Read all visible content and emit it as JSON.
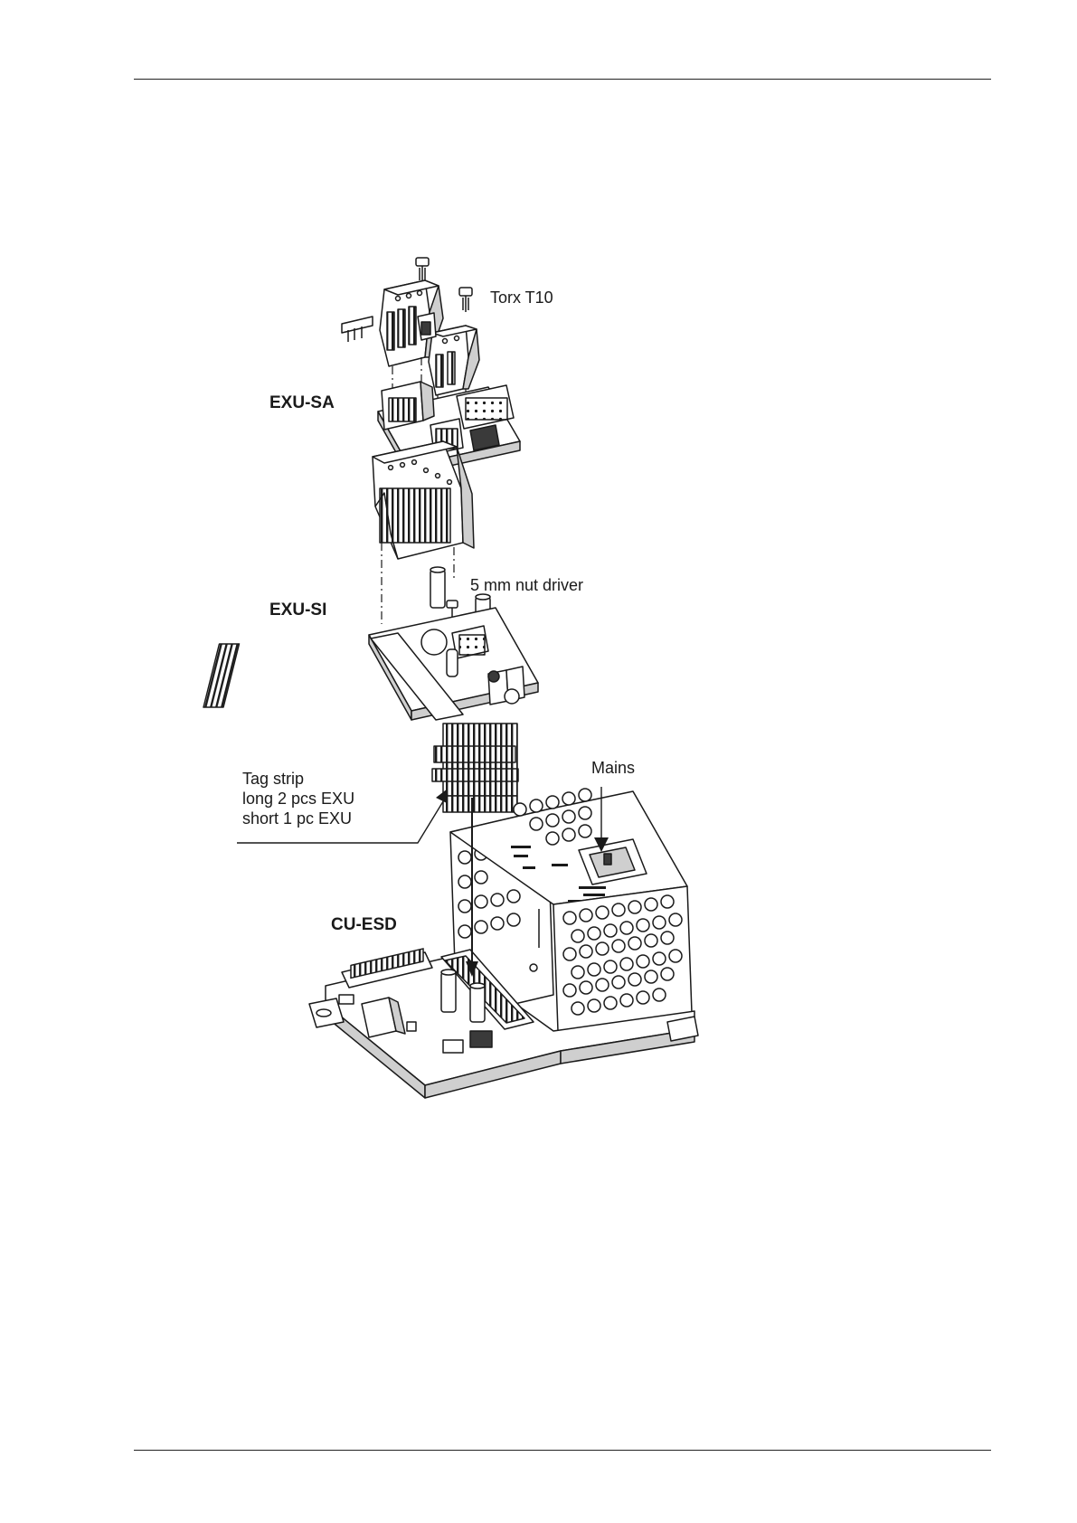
{
  "figure": {
    "labels": {
      "torx": "Torx T10",
      "exu_sa": "EXU-SA",
      "nut_driver": "5 mm nut driver",
      "exu_si": "EXU-SI",
      "mains": "Mains",
      "tag_strip": [
        "Tag strip",
        "long 2 pcs EXU",
        "short 1 pc EXU"
      ],
      "cu_esd": "CU-ESD"
    }
  },
  "colors": {
    "line": "#1a1a1a",
    "fill": "#ffffff",
    "shade": "#cfcfcf",
    "dark": "#3a3a3a"
  }
}
